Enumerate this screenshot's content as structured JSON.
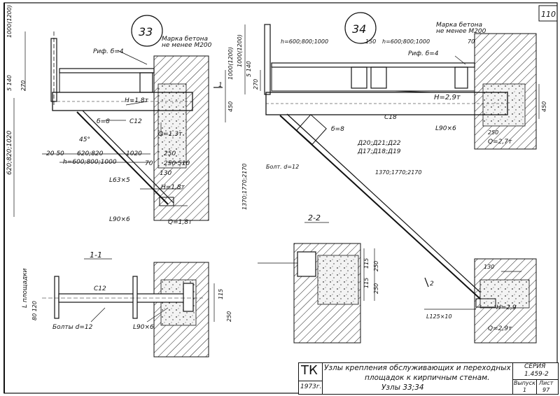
{
  "sheet_number": "110",
  "nodes": {
    "n33": "33",
    "n34": "34"
  },
  "labels": {
    "concrete_grade_l1": "Марка бетона",
    "concrete_grade_l2": "не менее М200",
    "rif": "Риф. б=4",
    "H_18": "Н=1,8т",
    "H_29": "Н=2,9т",
    "H_29b": "Н=2,9",
    "Q_13": "Q=1,3т",
    "Q_18": "Q=1,8т",
    "Q_27": "Q=2,7т",
    "Q_29": "Q=2,9т",
    "delta8": "б=8",
    "delta8b": "б=8",
    "c12": "С12",
    "c12b": "С12",
    "c18": "С18",
    "L63": "L63×5",
    "L90a": "L90×6",
    "L90b": "L90×6",
    "L90c": "L90×6",
    "L125": "L125×10",
    "deg45": "45°",
    "h33": "h=600;800;1000",
    "h34a": "h=600;800;1000",
    "h34b": "h=600;800;1000",
    "d20": "Д20;Д21;Д22",
    "d17": "Д17;Д18;Д19",
    "bolt12": "Болт. d=12",
    "bolts12": "Болты d=12",
    "l_plat": "L площадки",
    "sec11": "1-1",
    "sec22": "2-2",
    "m1": "1",
    "m2": "2"
  },
  "dims": {
    "d1000": "1000(1200)",
    "d1000b": "1000(1200)",
    "d140": "5 140",
    "d140b": "5 140",
    "d270": "270",
    "d270b": "270",
    "d450": "450",
    "d450b": "450",
    "d620": "620;820;1020",
    "d20_50": "20 50",
    "d620_820": "620;820",
    "d1020": "1020",
    "d250": "250",
    "d250_510": "250 510",
    "d70": "70",
    "d130": "130",
    "d1370": "1370;1770;2170",
    "d1370b": "1370;1770;2170",
    "d150": "150",
    "d70b": "70",
    "d250b": "250",
    "d130b": "130",
    "d115": "115",
    "d250c": "250",
    "d115b": "115",
    "d250d": "250",
    "d80": "80 120",
    "d115c": "115",
    "d250e": "250"
  },
  "title_block": {
    "org": "ТК",
    "year": "1973г.",
    "title_l1": "Узлы крепления обслуживающих и переходных",
    "title_l2": "площадок к кирпичным стенам.",
    "title_l3": "Узлы 33;34",
    "series_label": "СЕРИЯ",
    "series_value": "1.459-2",
    "issue_label": "Выпуск",
    "issue_value": "1",
    "sheet_label": "Лист",
    "sheet_value": "97"
  }
}
